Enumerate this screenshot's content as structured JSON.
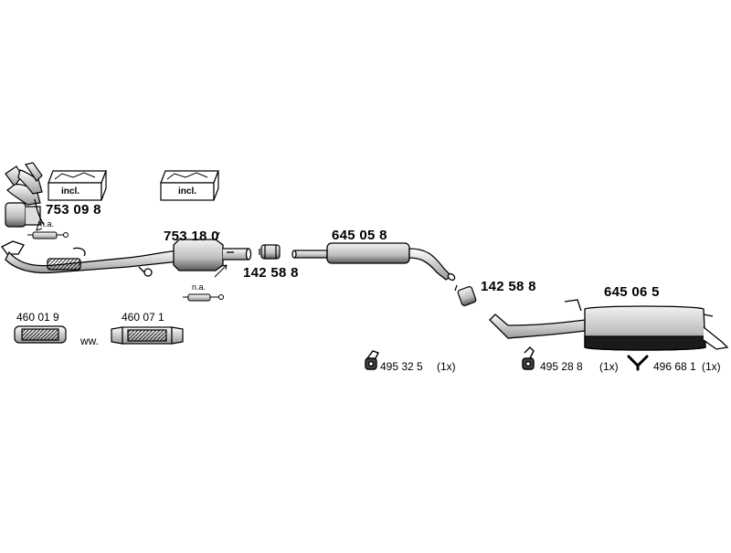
{
  "parts": {
    "manifold_cat": "753 09 8",
    "front_cat": "753 18 0",
    "clamp_front": "142 58 8",
    "middle_silencer": "645 05 8",
    "clamp_rear": "142 58 8",
    "rear_silencer": "645 06 5",
    "flex_a": "460 01 9",
    "flex_b": "460 07 1",
    "hanger_a": "495 32 5",
    "hanger_a_qty": "(1x)",
    "hanger_b": "495 28 8",
    "hanger_b_qty": "(1x)",
    "hanger_c": "496 68 1",
    "hanger_c_qty": "(1x)"
  },
  "notes": {
    "incl_1": "incl.",
    "incl_2": "incl.",
    "na_1": "n.a.",
    "na_2": "n.a.",
    "ww": "ww."
  },
  "colors": {
    "line": "#000000",
    "fill_light": "#e6e6e6",
    "fill_mid": "#bdbdbd",
    "fill_dark": "#1a1a1a"
  }
}
